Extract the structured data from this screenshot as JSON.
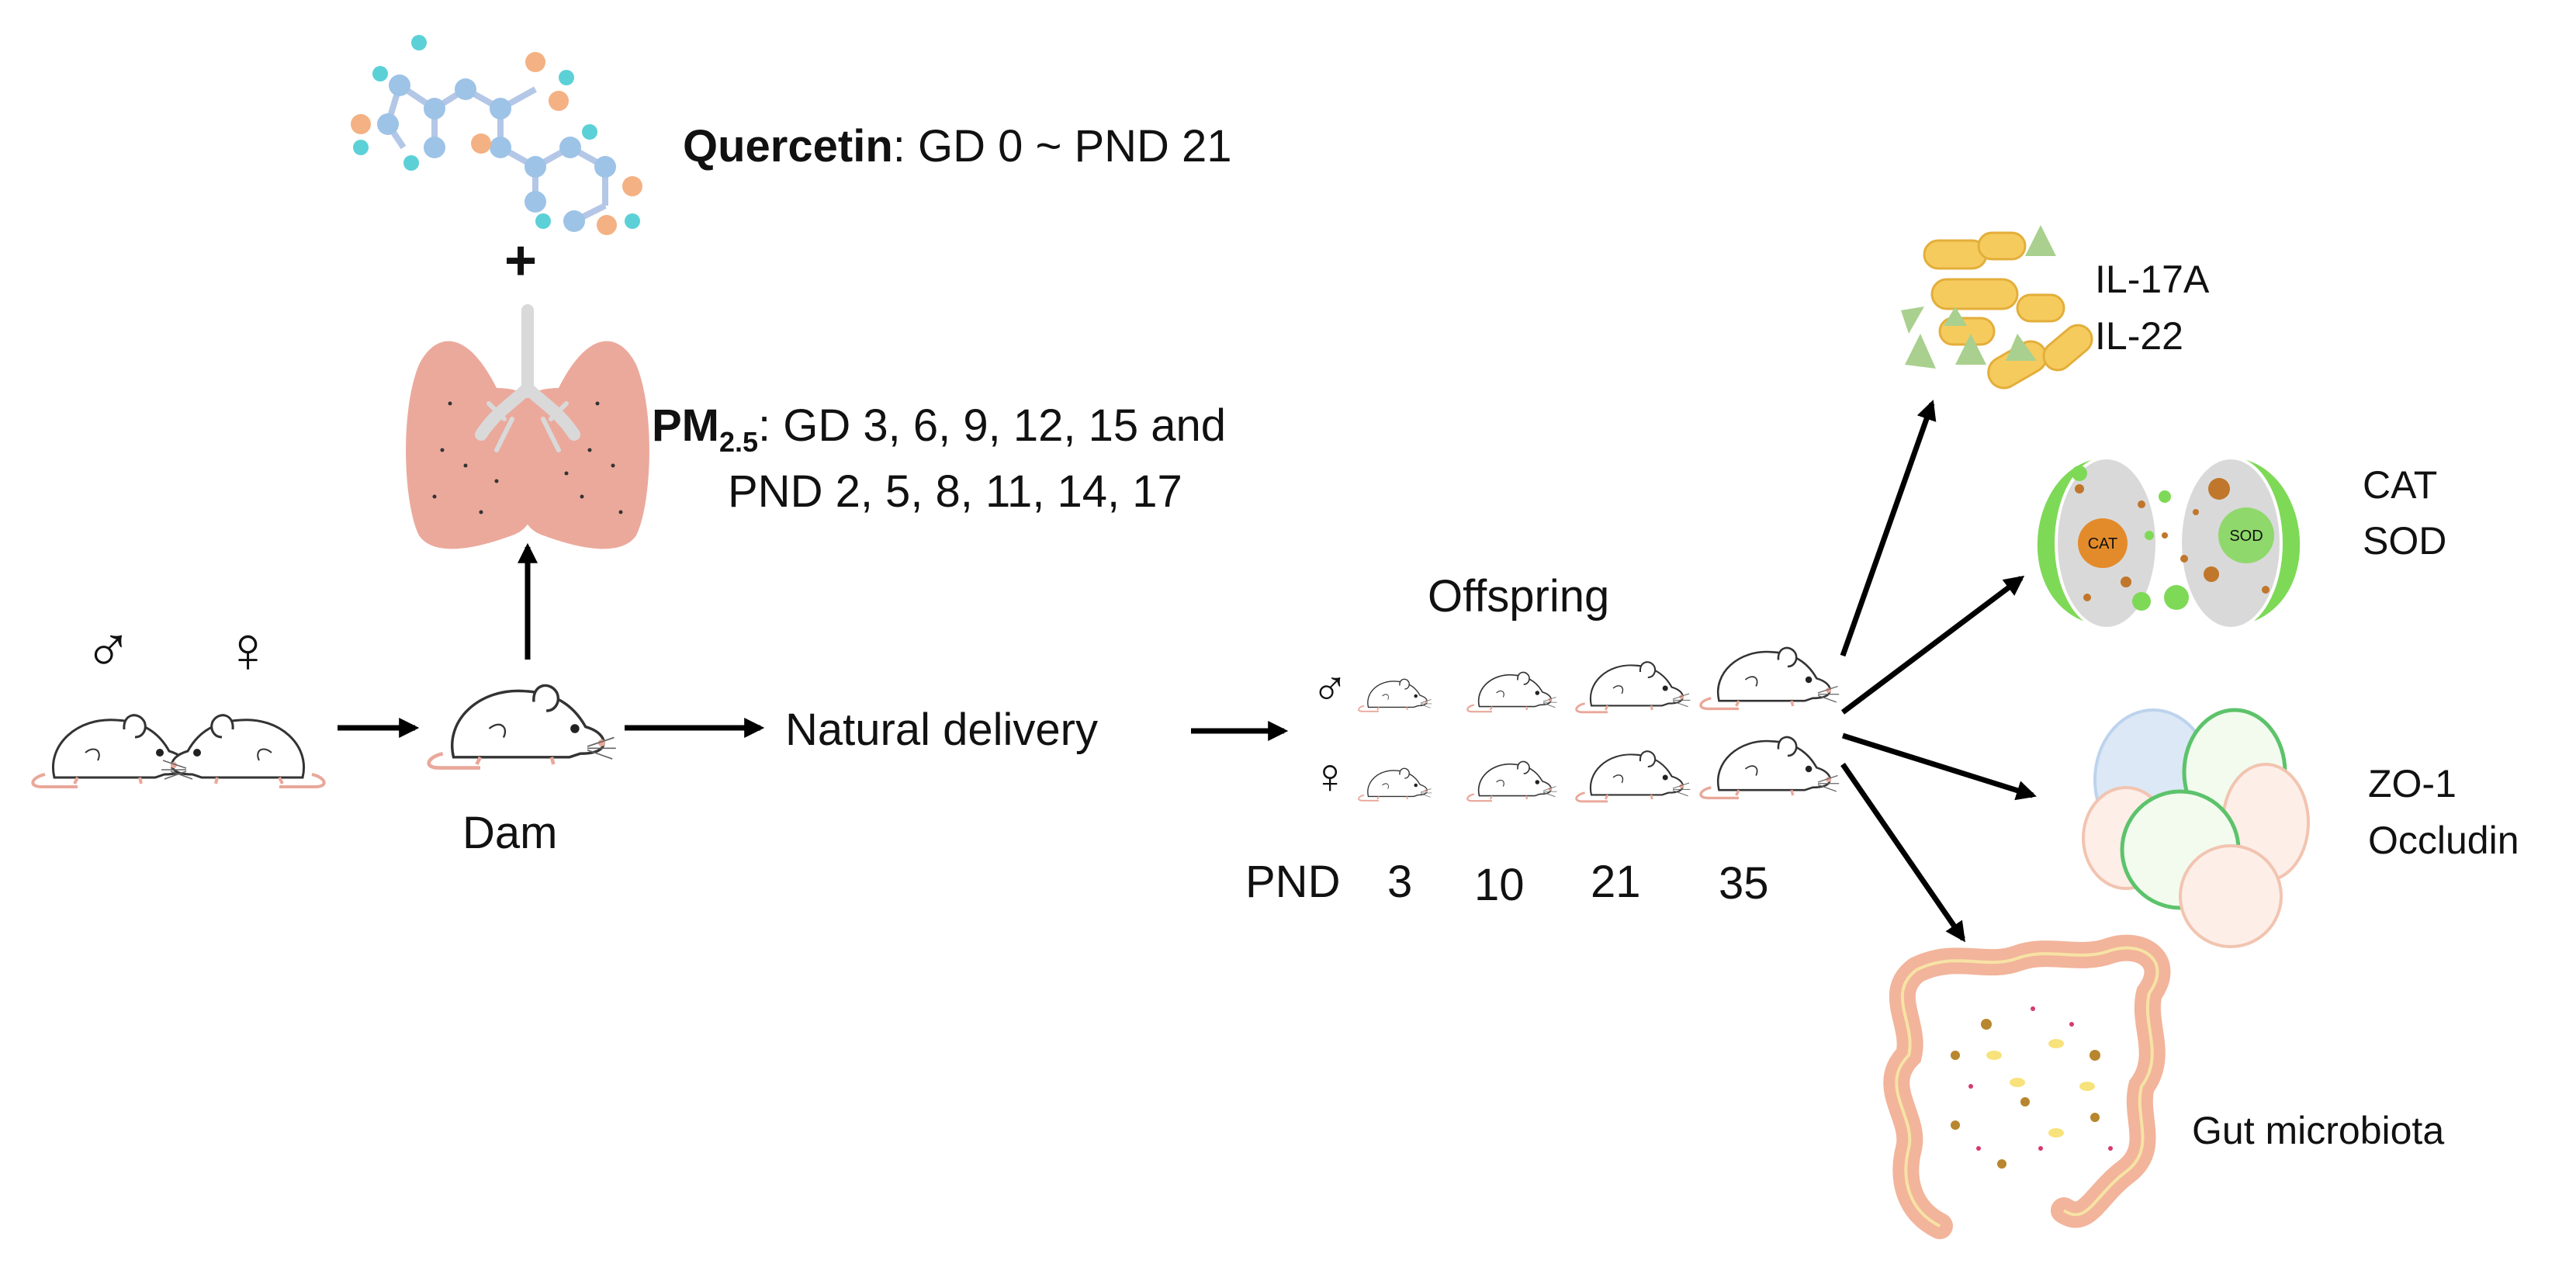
{
  "quercetin": {
    "name": "Quercetin",
    "schedule": ": GD 0 ~ PND 21"
  },
  "plus": "+",
  "pm": {
    "name": "PM",
    "subscript": "2.5",
    "line1": ": GD 3, 6, 9, 12, 15 and",
    "line2": "PND 2, 5, 8, 11, 14, 17"
  },
  "parents": {
    "male_symbol": "♂",
    "female_symbol": "♀"
  },
  "dam": "Dam",
  "natural_delivery": "Natural delivery",
  "offspring": {
    "title": "Offspring",
    "male_symbol": "♂",
    "female_symbol": "♀",
    "pnd_label": "PND",
    "days": [
      "3",
      "10",
      "21",
      "35"
    ]
  },
  "outcomes": {
    "cytokines": [
      "IL-17A",
      "IL-22"
    ],
    "enzymes": [
      "CAT",
      "SOD"
    ],
    "enzyme_cell_labels": [
      "CAT",
      "SOD"
    ],
    "junctions": [
      "ZO-1",
      "Occludin"
    ],
    "gut": "Gut microbiota"
  },
  "colors": {
    "lung": "#EBA99C",
    "trachea": "#D9D9D9",
    "bacteria": "#F6CB5E",
    "triangle": "#A9D08E",
    "cell_green": "#7ED957",
    "cat_core": "#E38B2A",
    "gut": "#F2B49B",
    "mouse_tail": "#E9A89A"
  }
}
